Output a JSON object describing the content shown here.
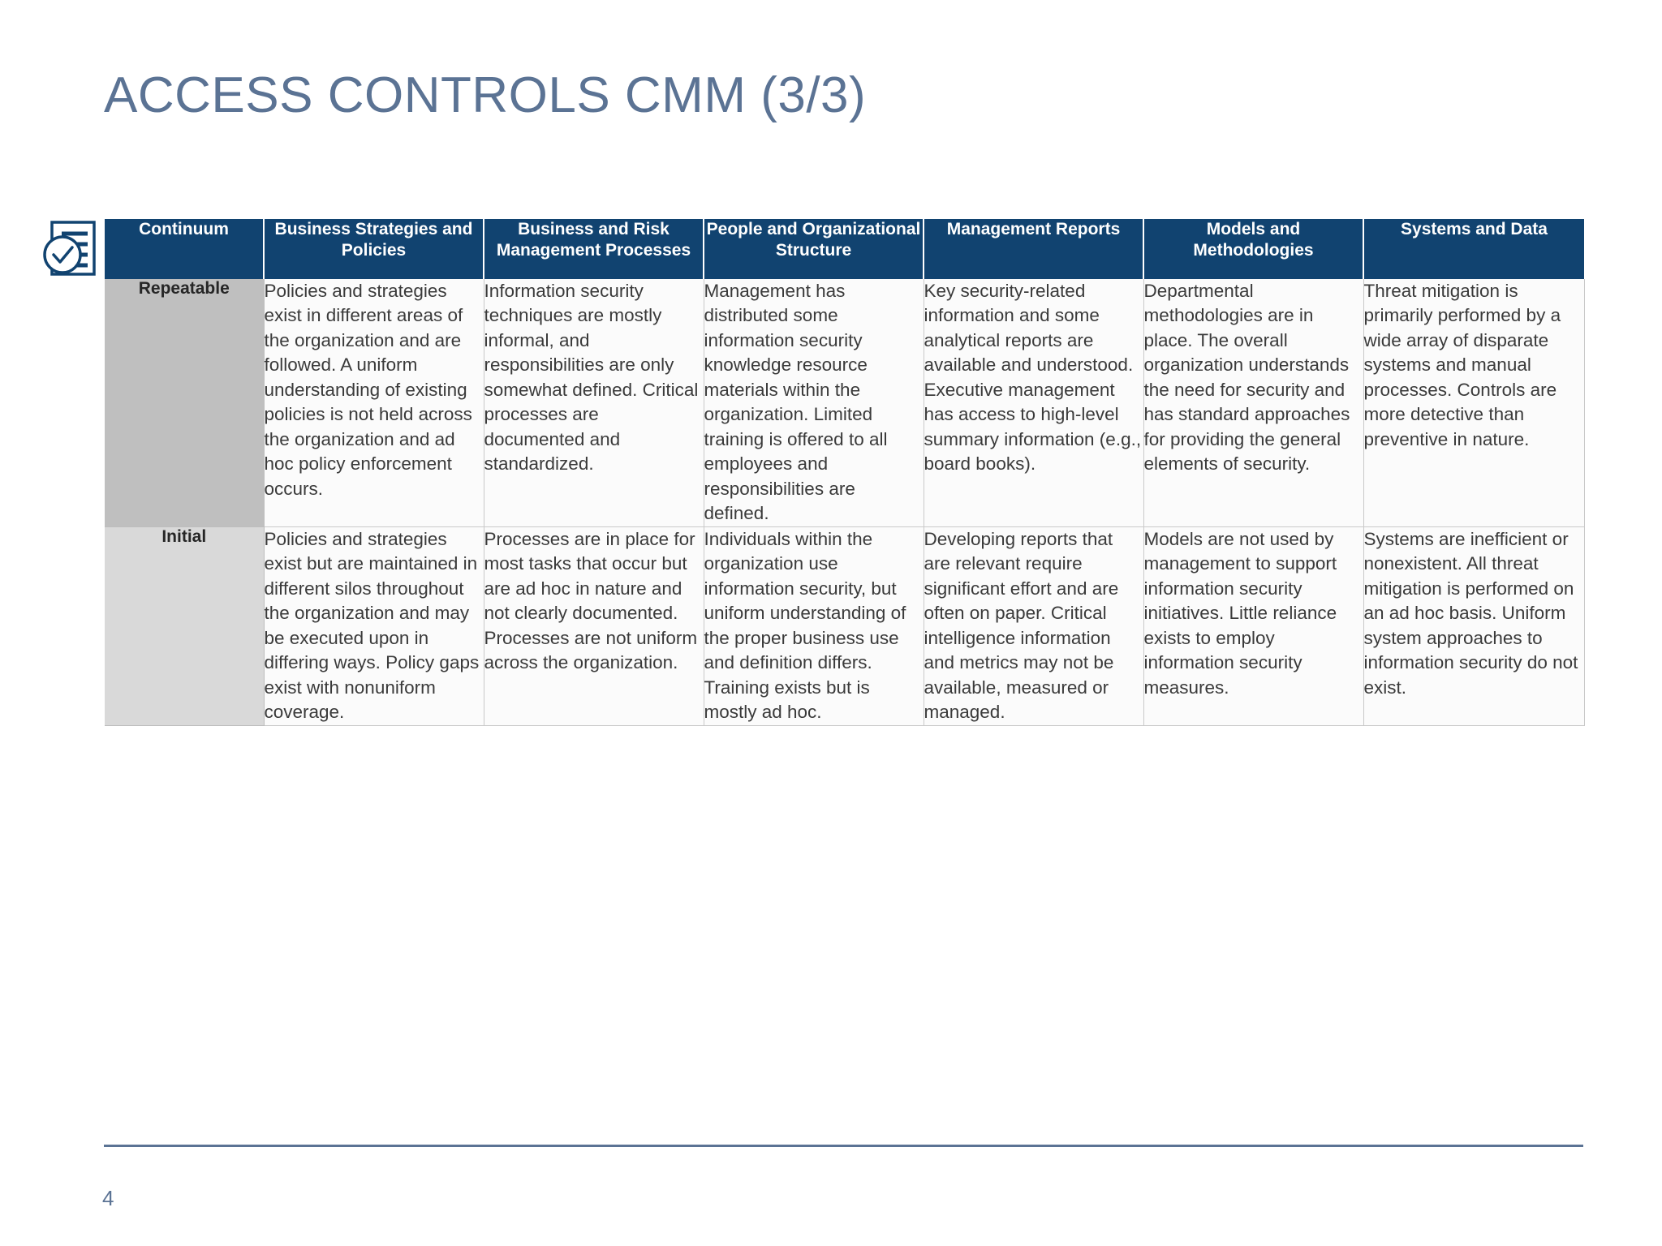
{
  "slide": {
    "title": "ACCESS CONTROLS CMM (3/3)",
    "page_number": "4",
    "icon": "document-check-icon",
    "colors": {
      "title_text": "#5b7394",
      "header_fill": "#114370",
      "header_text": "#ffffff",
      "row_repeatable_fill": "#bfbfbf",
      "row_initial_fill": "#d9d9d9",
      "body_text": "#3a3a3a",
      "footer_rule": "#5b7394"
    }
  },
  "table": {
    "headers": [
      "Continuum",
      "Business Strategies and Policies",
      "Business and Risk Management Processes",
      "People and Organizational Structure",
      "Management Reports",
      "Models and Methodologies",
      "Systems and Data"
    ],
    "rows": [
      {
        "label": "Repeatable",
        "cells": [
          "Policies and strategies exist in different areas of the organization and are followed. A uniform understanding of existing policies is not held across the organization and ad hoc policy enforcement occurs.",
          "Information security techniques are mostly informal, and responsibilities are only somewhat defined. Critical processes are documented and standardized.",
          "Management has distributed some information security knowledge resource materials within the organization. Limited training is offered to all employees and responsibilities are defined.",
          "Key security-related information and some analytical reports are available and understood. Executive management has access to high-level summary information (e.g., board books).",
          "Departmental methodologies are in place. The overall organization understands the need for security and has standard approaches for providing the general elements of security.",
          "Threat mitigation is primarily performed by a wide array of disparate systems and manual processes. Controls are more detective than preventive in nature."
        ]
      },
      {
        "label": "Initial",
        "cells": [
          "Policies and strategies exist but are maintained in different silos throughout the organization and may be executed upon in differing ways. Policy gaps exist with nonuniform coverage.",
          "Processes are in place for most tasks that occur but are ad hoc in nature and not clearly documented. Processes are not uniform across the organization.",
          "Individuals within the organization use information security, but uniform understanding of the proper business use and definition differs. Training exists but is mostly ad hoc.",
          "Developing reports that are relevant require significant effort and are often on paper. Critical intelligence information and metrics may not be available, measured or managed.",
          "Models are not used by management to support information security initiatives. Little reliance exists to employ information security measures.",
          "Systems are inefficient or nonexistent. All threat mitigation is performed on an ad hoc basis. Uniform system approaches to information security do not exist."
        ]
      }
    ]
  }
}
